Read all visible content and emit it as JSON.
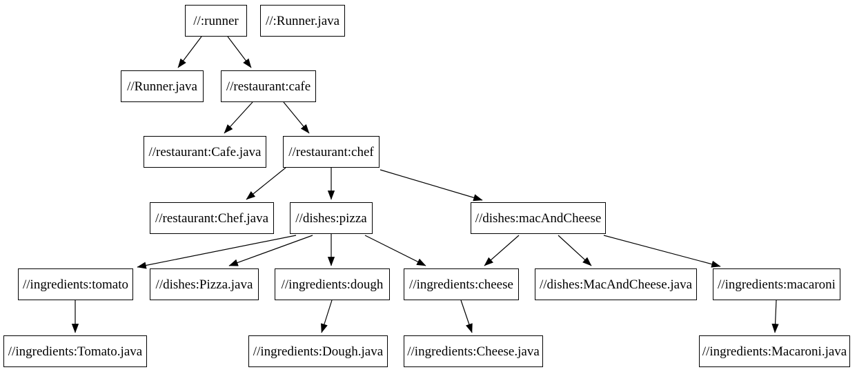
{
  "diagram": {
    "type": "dependency-graph",
    "colors": {
      "background": "#ffffff",
      "node_border": "#000000",
      "node_fill": "#ffffff",
      "text": "#000000",
      "edge": "#000000"
    },
    "nodes": {
      "runner": {
        "label": "//:runner"
      },
      "runner_java_top": {
        "label": "//:Runner.java"
      },
      "runner_java": {
        "label": "//Runner.java"
      },
      "cafe": {
        "label": "//restaurant:cafe"
      },
      "cafe_java": {
        "label": "//restaurant:Cafe.java"
      },
      "chef": {
        "label": "//restaurant:chef"
      },
      "chef_java": {
        "label": "//restaurant:Chef.java"
      },
      "pizza": {
        "label": "//dishes:pizza"
      },
      "mac_and_cheese": {
        "label": "//dishes:macAndCheese"
      },
      "tomato": {
        "label": "//ingredients:tomato"
      },
      "pizza_java": {
        "label": "//dishes:Pizza.java"
      },
      "dough": {
        "label": "//ingredients:dough"
      },
      "cheese": {
        "label": "//ingredients:cheese"
      },
      "mac_and_cheese_java": {
        "label": "//dishes:MacAndCheese.java"
      },
      "macaroni": {
        "label": "//ingredients:macaroni"
      },
      "tomato_java": {
        "label": "//ingredients:Tomato.java"
      },
      "dough_java": {
        "label": "//ingredients:Dough.java"
      },
      "cheese_java": {
        "label": "//ingredients:Cheese.java"
      },
      "macaroni_java": {
        "label": "//ingredients:Macaroni.java"
      }
    },
    "edges": [
      {
        "from": "runner",
        "to": "runner_java"
      },
      {
        "from": "runner",
        "to": "cafe"
      },
      {
        "from": "cafe",
        "to": "cafe_java"
      },
      {
        "from": "cafe",
        "to": "chef"
      },
      {
        "from": "chef",
        "to": "chef_java"
      },
      {
        "from": "chef",
        "to": "pizza"
      },
      {
        "from": "chef",
        "to": "mac_and_cheese"
      },
      {
        "from": "pizza",
        "to": "tomato"
      },
      {
        "from": "pizza",
        "to": "pizza_java"
      },
      {
        "from": "pizza",
        "to": "dough"
      },
      {
        "from": "pizza",
        "to": "cheese"
      },
      {
        "from": "mac_and_cheese",
        "to": "cheese"
      },
      {
        "from": "mac_and_cheese",
        "to": "mac_and_cheese_java"
      },
      {
        "from": "mac_and_cheese",
        "to": "macaroni"
      },
      {
        "from": "tomato",
        "to": "tomato_java"
      },
      {
        "from": "dough",
        "to": "dough_java"
      },
      {
        "from": "cheese",
        "to": "cheese_java"
      },
      {
        "from": "macaroni",
        "to": "macaroni_java"
      }
    ]
  }
}
